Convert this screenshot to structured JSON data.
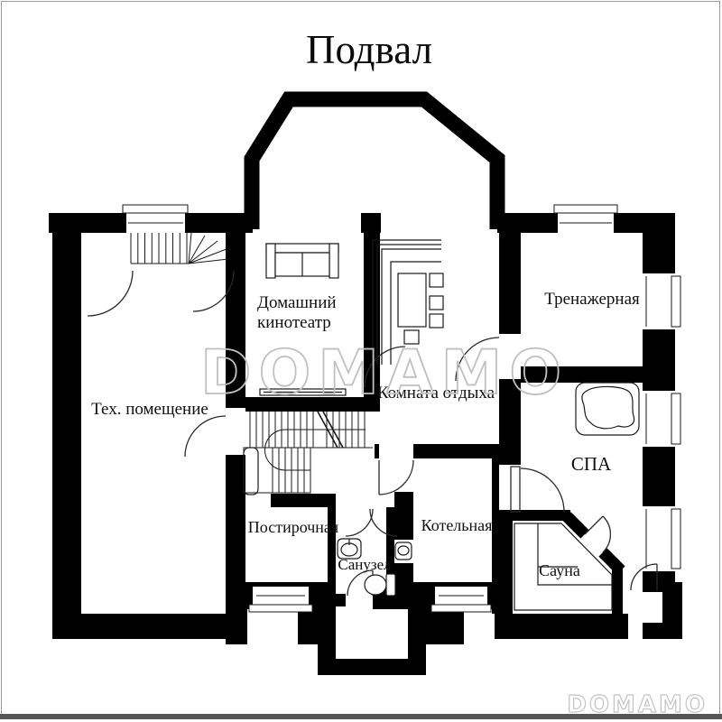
{
  "title": "Подвал",
  "watermark": {
    "large": "DOMAMO",
    "small": "DOMAMO"
  },
  "rooms": [
    {
      "id": "tech-room",
      "label": "Тех. помещение"
    },
    {
      "id": "home-theater",
      "line1": "Домашний",
      "line2": "кинотеатр"
    },
    {
      "id": "lounge",
      "label": "Комната отдыха"
    },
    {
      "id": "gym",
      "label": "Тренажерная"
    },
    {
      "id": "spa",
      "label": "СПА"
    },
    {
      "id": "laundry",
      "label": "Постирочная"
    },
    {
      "id": "bathroom",
      "label": "Санузел"
    },
    {
      "id": "boiler",
      "label": "Котельная"
    },
    {
      "id": "sauna",
      "label": "Сауна"
    }
  ],
  "colors": {
    "wall": "#000000",
    "line": "#2a2a2a",
    "watermark": "#c0c0c0",
    "background": "#ffffff",
    "page_border": "#9a9a9a",
    "bottom_bar": "#555555"
  }
}
